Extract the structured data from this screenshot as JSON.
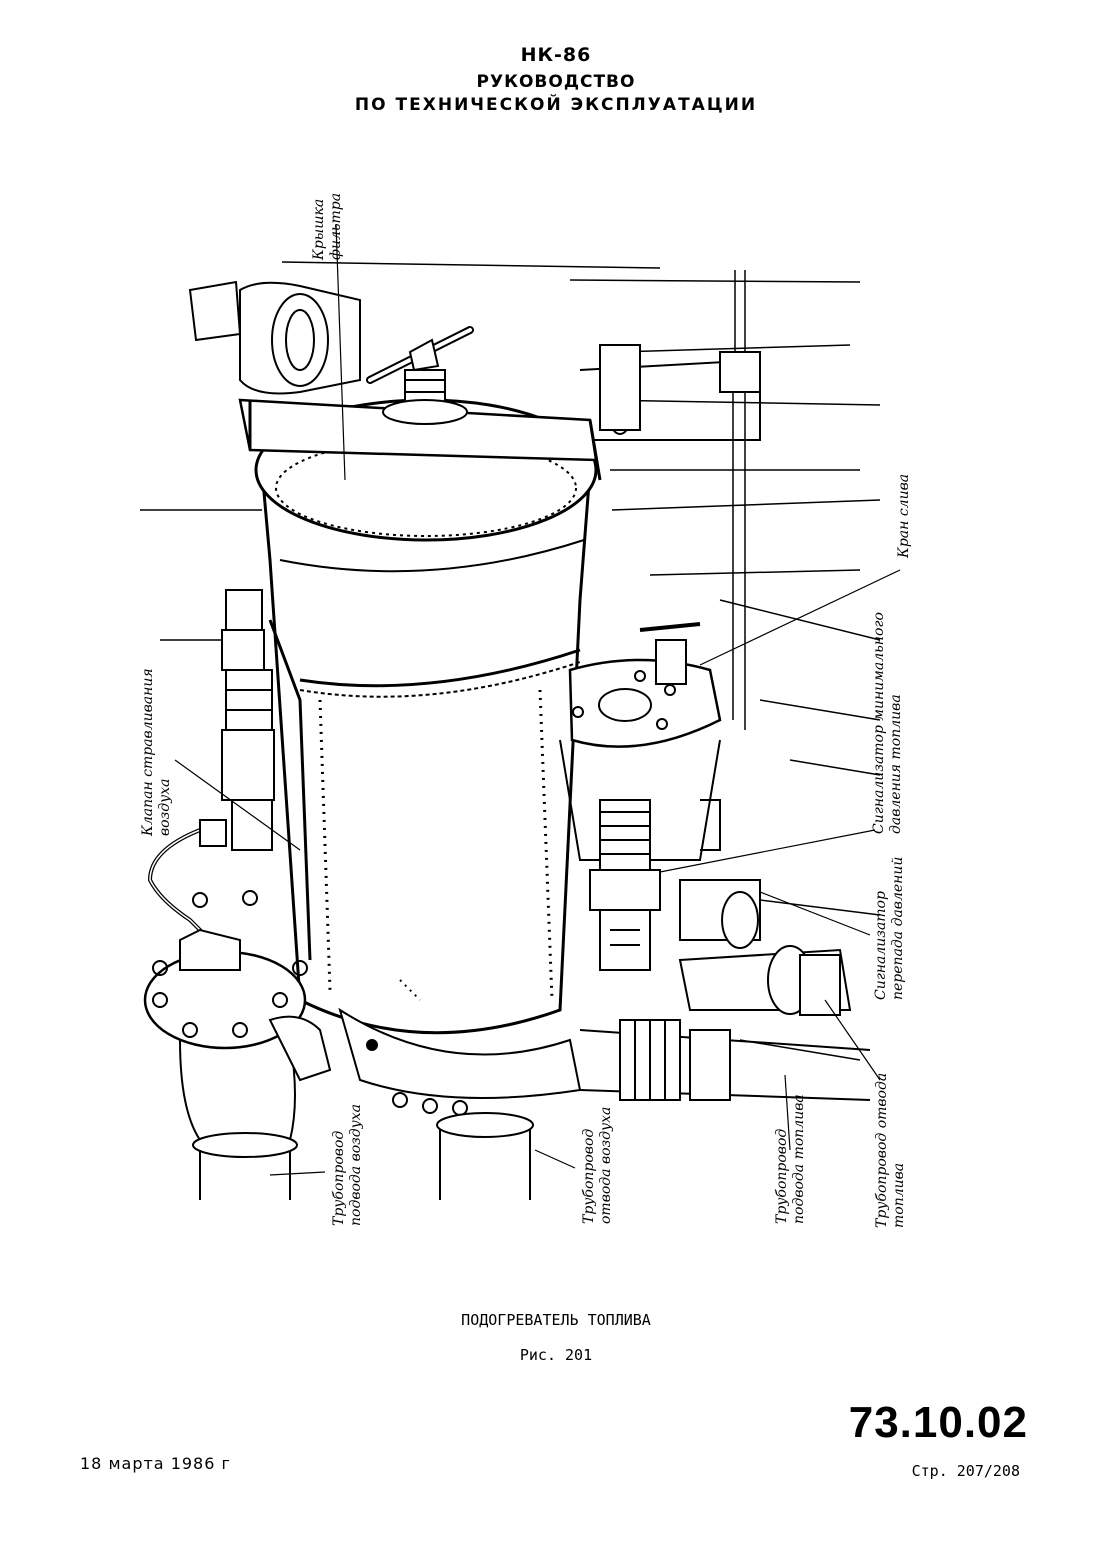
{
  "header": {
    "line1": "НК-86",
    "line2": "РУКОВОДСТВО",
    "line3": "ПО ТЕХНИЧЕСКОЙ ЭКСПЛУАТАЦИИ"
  },
  "labels": {
    "filter_cover": [
      "Крышка",
      "фильтра"
    ],
    "drain_valve": [
      "Кран слива"
    ],
    "min_pressure_signal": [
      "Сигнализатор минимального",
      "давления топлива"
    ],
    "air_bleed_valve": [
      "Клапан стравливания",
      "воздуха"
    ],
    "diff_pressure_signal": [
      "Сигнализатор",
      "перепада давлений"
    ],
    "air_supply_pipe": [
      "Трубопровод",
      "подвода воздуха"
    ],
    "air_outlet_pipe": [
      "Трубопровод",
      "отвода воздуха"
    ],
    "fuel_supply_pipe": [
      "Трубопровод",
      "подвода топлива"
    ],
    "fuel_outlet_pipe": [
      "Трубопровод отвода",
      "топлива"
    ]
  },
  "caption": {
    "title": "ПОДОГРЕВАТЕЛЬ ТОПЛИВА",
    "figure": "Рис. 201"
  },
  "footer": {
    "section": "73.10.02",
    "date": "18 марта 1986 г",
    "page": "Стр. 207/208"
  }
}
